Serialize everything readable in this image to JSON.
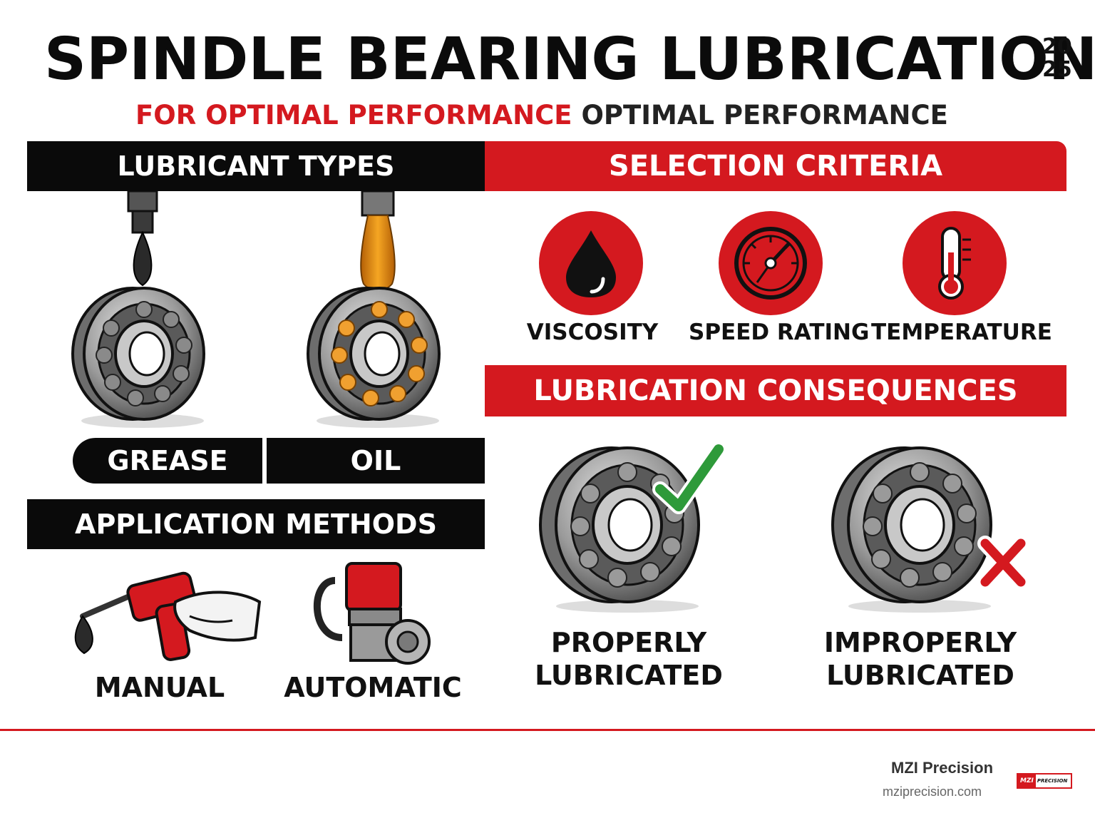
{
  "header": {
    "title": "SPINDLE BEARING LUBRICATION",
    "year_top": "20",
    "year_bottom": "25",
    "subtitle_red": "FOR OPTIMAL PERFORMANCE",
    "subtitle_dark": "OPTIMAL PERFORMANCE"
  },
  "lubricant_types": {
    "heading": "LUBRICANT TYPES",
    "grease_label": "GREASE",
    "oil_label": "OIL"
  },
  "application_methods": {
    "heading": "APPLICATION METHODS",
    "manual_label": "MANUAL",
    "automatic_label": "AUTOMATIC"
  },
  "selection_criteria": {
    "heading": "SELECTION CRITERIA",
    "items": [
      {
        "label": "VISCOSITY",
        "icon": "oil-drop-icon"
      },
      {
        "label": "SPEED RATING",
        "icon": "speedometer-icon"
      },
      {
        "label": "TEMPERATURE",
        "icon": "thermometer-icon"
      }
    ]
  },
  "consequences": {
    "heading": "LUBRICATION CONSEQUENCES",
    "proper_line1": "PROPERLY",
    "proper_line2": "LUBRICATED",
    "improper_line1": "IMPROPERLY",
    "improper_line2": "LUBRICATED"
  },
  "footer": {
    "company": "MZI Precision",
    "url": "mziprecision.com",
    "logo_mark": "MZI",
    "logo_word": "PRECISION"
  },
  "colors": {
    "accent_red": "#d4191f",
    "black": "#0a0a0a",
    "oil_amber": "#e8901e",
    "check_green": "#2e9a3a"
  }
}
